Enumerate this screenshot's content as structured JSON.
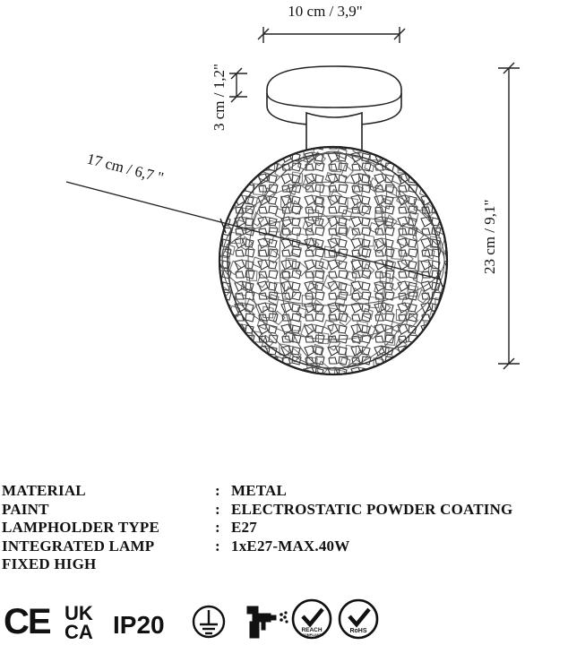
{
  "dimensions": {
    "width_top": "10 cm / 3,9\"",
    "canopy_height": "3 cm / 1,2\"",
    "diameter": "17 cm / 6,7 \"",
    "total_height": "23 cm / 9,1\""
  },
  "specs": [
    {
      "key": "MATERIAL",
      "sep": ":",
      "value": "METAL"
    },
    {
      "key": "PAINT",
      "sep": ":",
      "value": "ELECTROSTATIC POWDER COATING"
    },
    {
      "key": "LAMPHOLDER TYPE",
      "sep": ":",
      "value": "E27"
    },
    {
      "key": "INTEGRATED LAMP",
      "sep": ":",
      "value": "1xE27-MAX.40W"
    },
    {
      "key": "FIXED HIGH",
      "sep": "",
      "value": ""
    }
  ],
  "certifications": {
    "ce": "CE",
    "ukca_top": "UK",
    "ukca_bottom": "CA",
    "ip": "IP20",
    "reach": "REACH",
    "reach_sub": "COMPLIANT",
    "rohs": "RoHS"
  },
  "icons": [
    "ce-mark-icon",
    "ukca-mark-icon",
    "ground-symbol-icon",
    "spray-paint-icon",
    "reach-compliant-icon",
    "rohs-icon"
  ]
}
